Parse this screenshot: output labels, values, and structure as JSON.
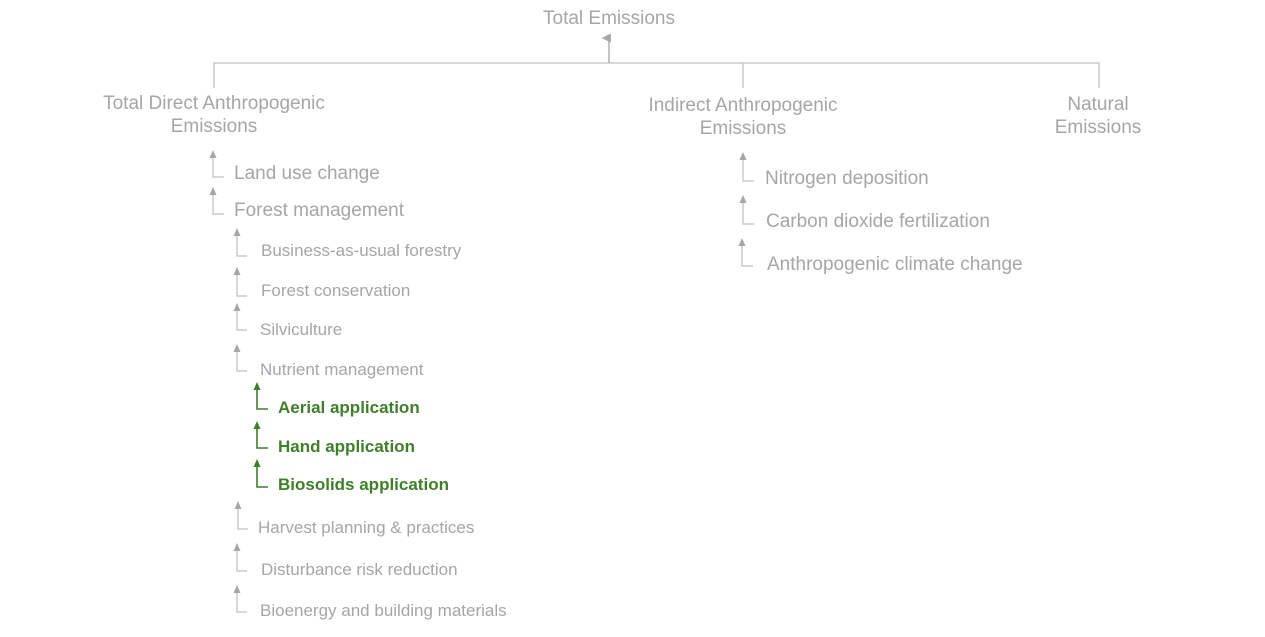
{
  "colors": {
    "text": "#a6a6a6",
    "line": "#bfbfbf",
    "highlight": "#3f7f2a"
  },
  "root": "Total Emissions",
  "categories": [
    {
      "line1": "Total Direct Anthropogenic",
      "line2": "Emissions"
    },
    {
      "line1": "Indirect Anthropogenic",
      "line2": "Emissions"
    },
    {
      "line1": "Natural",
      "line2": "Emissions"
    }
  ],
  "direct_items": [
    {
      "label": "Land use change",
      "level": 1
    },
    {
      "label": "Forest management",
      "level": 1
    }
  ],
  "forest_management_items": [
    {
      "label": "Business-as-usual forestry",
      "level": 2
    },
    {
      "label": "Forest conservation",
      "level": 2
    },
    {
      "label": "Silviculture",
      "level": 2
    },
    {
      "label": "Nutrient management",
      "level": 2
    },
    {
      "label": "Aerial application",
      "level": 3,
      "highlight": true
    },
    {
      "label": "Hand application",
      "level": 3,
      "highlight": true
    },
    {
      "label": "Biosolids application",
      "level": 3,
      "highlight": true
    },
    {
      "label": "Harvest planning & practices",
      "level": 2
    },
    {
      "label": "Disturbance risk reduction",
      "level": 2
    },
    {
      "label": "Bioenergy and building materials",
      "level": 2
    }
  ],
  "indirect_items": [
    {
      "label": "Nitrogen deposition"
    },
    {
      "label": "Carbon dioxide fertilization"
    },
    {
      "label": "Anthropogenic climate change"
    }
  ]
}
